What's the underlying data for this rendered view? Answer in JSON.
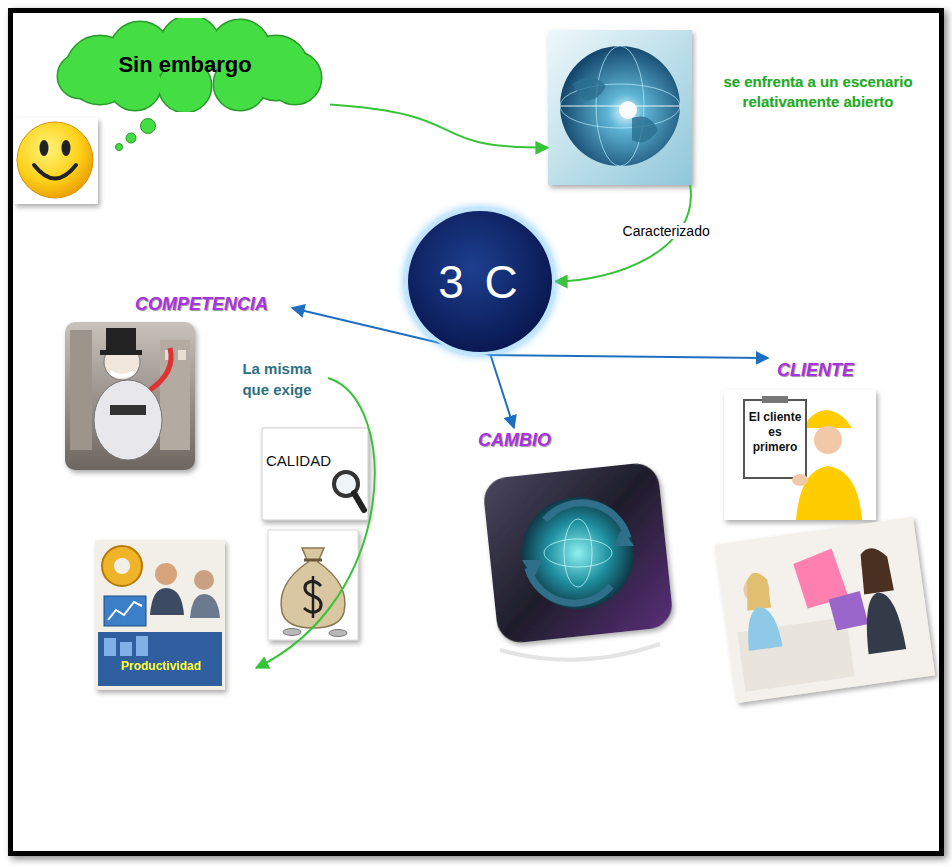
{
  "diagram": {
    "nodes": [
      {
        "text": [
          "Sin embargo"
        ]
      },
      {
        "text": [
          "se enfrenta a un escenario relativamente abierto"
        ]
      },
      {
        "text": [
          "3 C"
        ]
      },
      {
        "text": [
          "COMPETENCIA"
        ]
      },
      {
        "text": [
          "CAMBIO"
        ]
      },
      {
        "text": [
          "CLIENTE"
        ]
      }
    ],
    "edges": [
      {
        "from": 0,
        "to": 1,
        "arrow": "to"
      },
      {
        "from": 1,
        "to": 2,
        "label": "Caracterizado",
        "arrow": "to"
      },
      {
        "from": 2,
        "to": 3,
        "arrow": "to"
      },
      {
        "from": 2,
        "to": 4,
        "arrow": "to"
      },
      {
        "from": 2,
        "to": 5,
        "arrow": "to"
      }
    ],
    "labels": [
      "La misma que exige",
      "CALIDAD",
      "Productividad",
      "El cliente es primero"
    ]
  }
}
